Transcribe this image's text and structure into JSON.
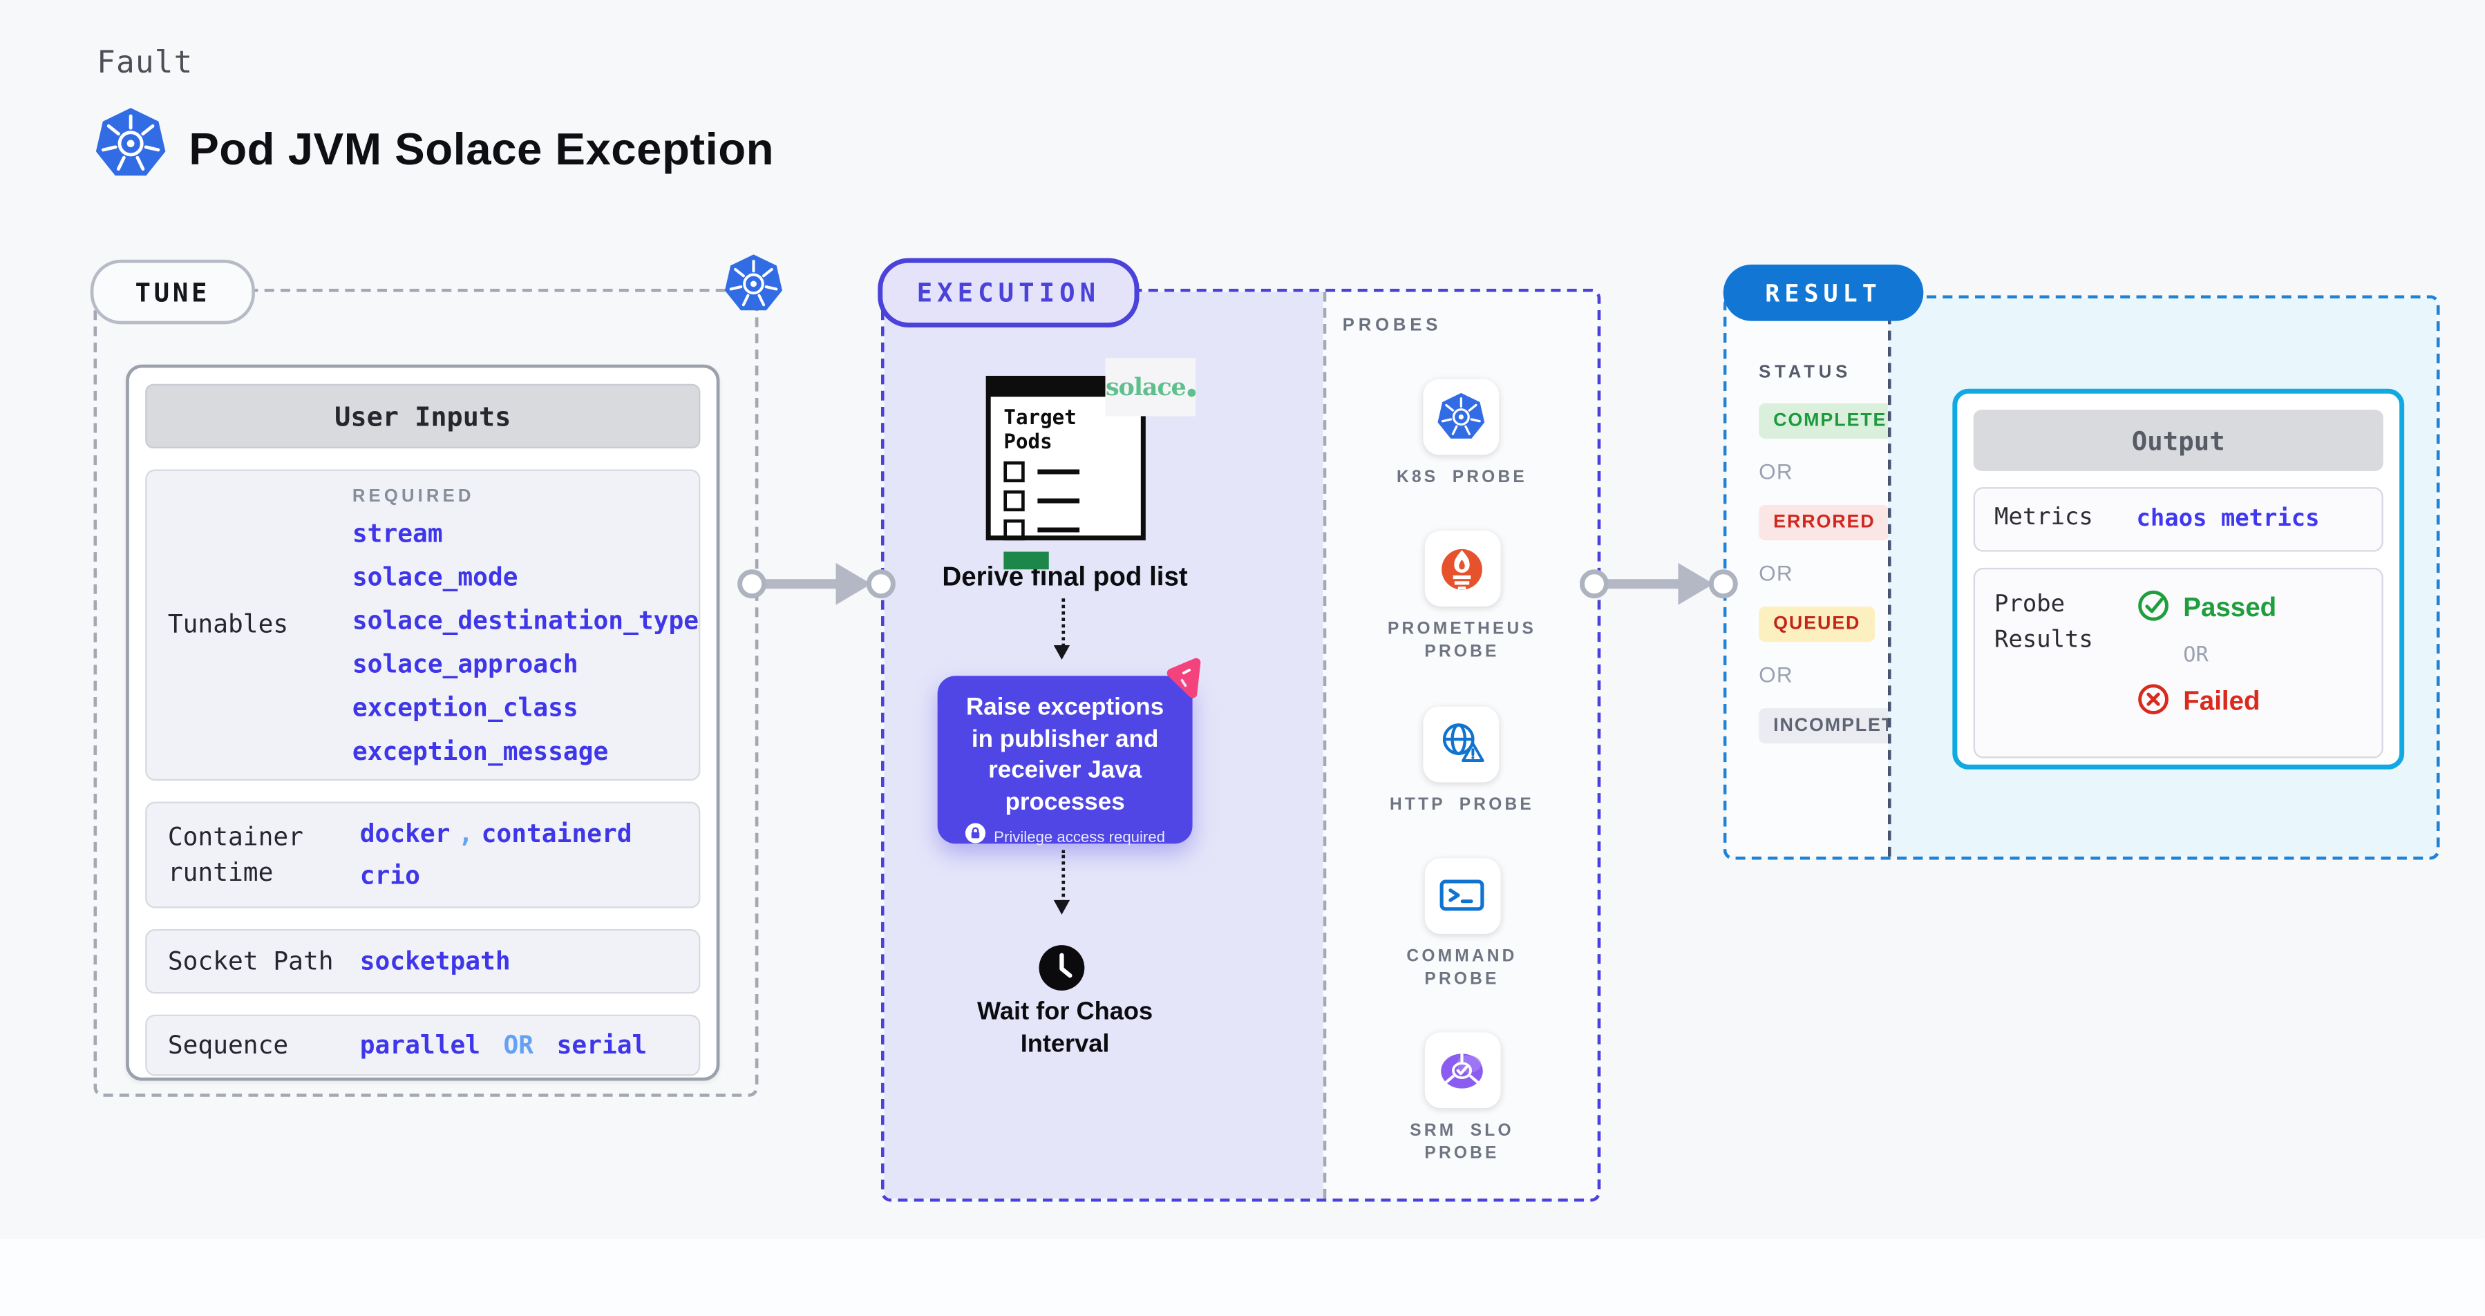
{
  "header": {
    "kicker": "Fault",
    "title": "Pod JVM Solace Exception"
  },
  "tune": {
    "badge": "TUNE",
    "card_title": "User Inputs",
    "tunables": {
      "label": "Tunables",
      "required_label": "REQUIRED",
      "values": [
        "stream",
        "solace_mode",
        "solace_destination_type",
        "solace_approach",
        "exception_class",
        "exception_message"
      ]
    },
    "container_runtime": {
      "label": "Container runtime",
      "value_1": "docker",
      "comma": ",",
      "value_2": "containerd",
      "value_3": "crio"
    },
    "socket_path": {
      "label": "Socket Path",
      "value": "socketpath"
    },
    "sequence": {
      "label": "Sequence",
      "value_1": "parallel",
      "or": "OR",
      "value_2": "serial"
    }
  },
  "execution": {
    "badge": "EXECUTION",
    "target_pods_title": "Target Pods",
    "solace_logo": "solace",
    "derive_label": "Derive final pod list",
    "action_text": "Raise exceptions in publisher and receiver Java processes",
    "privilege_note": "Privilege access required",
    "wait_label": "Wait for Chaos Interval",
    "probes_title": "PROBES",
    "probes": [
      {
        "label": "K8S PROBE",
        "icon": "kubernetes-icon"
      },
      {
        "label": "PROMETHEUS PROBE",
        "icon": "prometheus-icon"
      },
      {
        "label": "HTTP PROBE",
        "icon": "http-globe-warning-icon"
      },
      {
        "label": "COMMAND PROBE",
        "icon": "terminal-icon"
      },
      {
        "label": "SRM SLO PROBE",
        "icon": "srm-slo-gauge-icon"
      }
    ]
  },
  "result": {
    "badge": "RESULT",
    "status_title": "STATUS",
    "or": "OR",
    "statuses": [
      {
        "label": "COMPLETED",
        "fg": "#1d9a3d",
        "bg": "#daf0dc"
      },
      {
        "label": "ERRORED",
        "fg": "#d0281e",
        "bg": "#fbe6e6"
      },
      {
        "label": "QUEUED",
        "fg": "#c32619",
        "bg": "#fcf0c0"
      },
      {
        "label": "INCOMPLETED",
        "fg": "#5e6474",
        "bg": "#ebecf2"
      }
    ],
    "output": {
      "title": "Output",
      "metrics_label": "Metrics",
      "metrics_value": "chaos metrics",
      "probe_results_label": "Probe Results",
      "passed_label": "Passed",
      "or": "OR",
      "failed_label": "Failed"
    }
  },
  "colors": {
    "accent_indigo": "#4b42d9",
    "action_purple": "#4f46e5",
    "value_blue": "#3e36e8",
    "light_blue": "#63a1f6",
    "result_blue": "#1276d4",
    "output_border_cyan": "#10a9e1",
    "kubernetes_blue": "#326ce5",
    "prometheus_orange": "#e6522c",
    "litmus_pink": "#f4427d",
    "solace_green": "#5fc08d",
    "passed_green": "#1f9e3d",
    "failed_red": "#da2a1c",
    "lavender_panel": "#e5e5f9",
    "cyan_panel": "#e9f6fc"
  }
}
